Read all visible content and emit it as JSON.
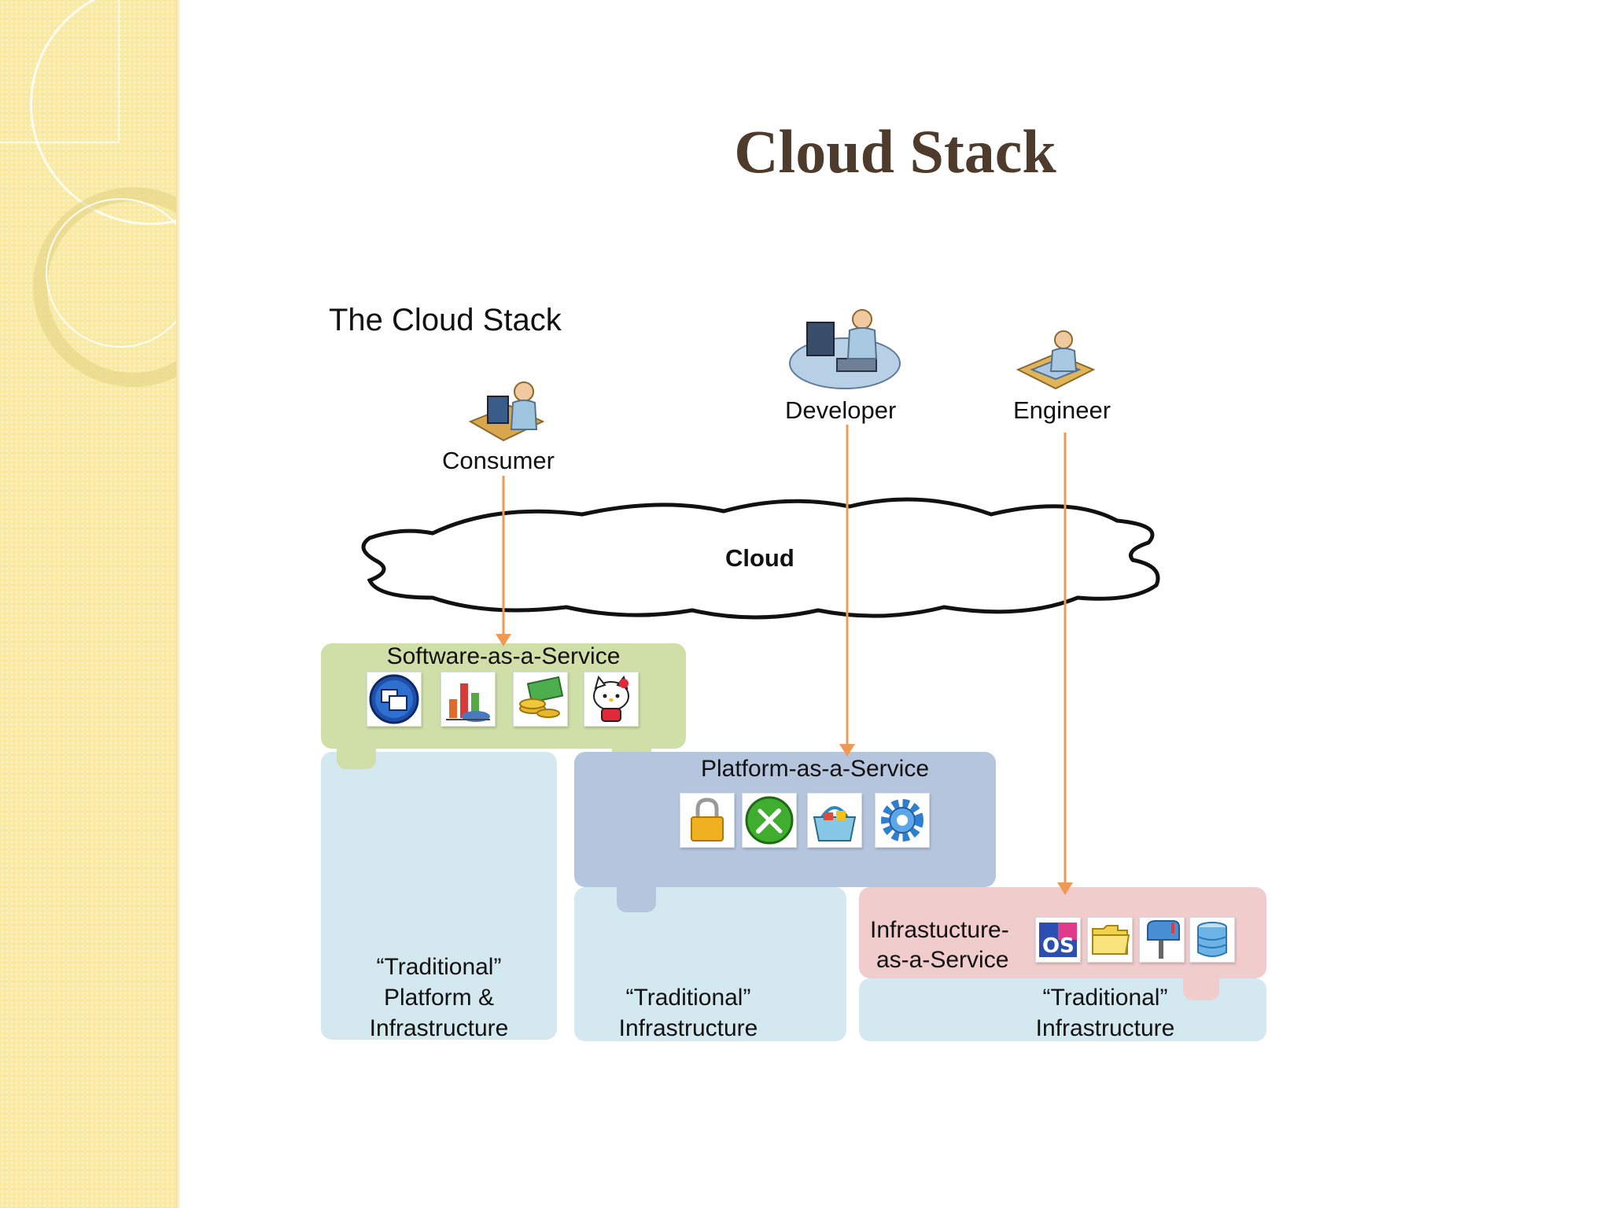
{
  "slide": {
    "title": "Cloud Stack"
  },
  "diagram": {
    "title": "The Cloud Stack",
    "actors": {
      "consumer": "Consumer",
      "developer": "Developer",
      "engineer": "Engineer"
    },
    "cloud_label": "Cloud",
    "saas": {
      "title": "Software-as-a-Service",
      "icons": [
        "windows-app-icon",
        "bar-chart-icon",
        "money-icon",
        "hello-kitty-icon"
      ]
    },
    "paas": {
      "title": "Platform-as-a-Service",
      "icons": [
        "padlock-icon",
        "tools-icon",
        "shopping-basket-icon",
        "gear-icon"
      ]
    },
    "iaas": {
      "title_line1": "Infrastucture-",
      "title_line2": "as-a-Service",
      "icons": [
        "os-icon",
        "folder-icon",
        "mailbox-icon",
        "database-icon"
      ]
    },
    "traditional_platform": {
      "line1": "“Traditional”",
      "line2": "Platform &",
      "line3": "Infrastructure"
    },
    "traditional_infra_middle": {
      "line1": "“Traditional”",
      "line2": "Infrastructure"
    },
    "traditional_infra_right": {
      "line1": "“Traditional”",
      "line2": "Infrastructure"
    },
    "colors": {
      "saas": "#cfdfa7",
      "paas": "#b6c5de",
      "iaas": "#f1cccd",
      "traditional": "#d4e8ef",
      "arrow": "#ee9a55",
      "title": "#4e3b2b",
      "sidebar": "#f8eaa2"
    }
  }
}
